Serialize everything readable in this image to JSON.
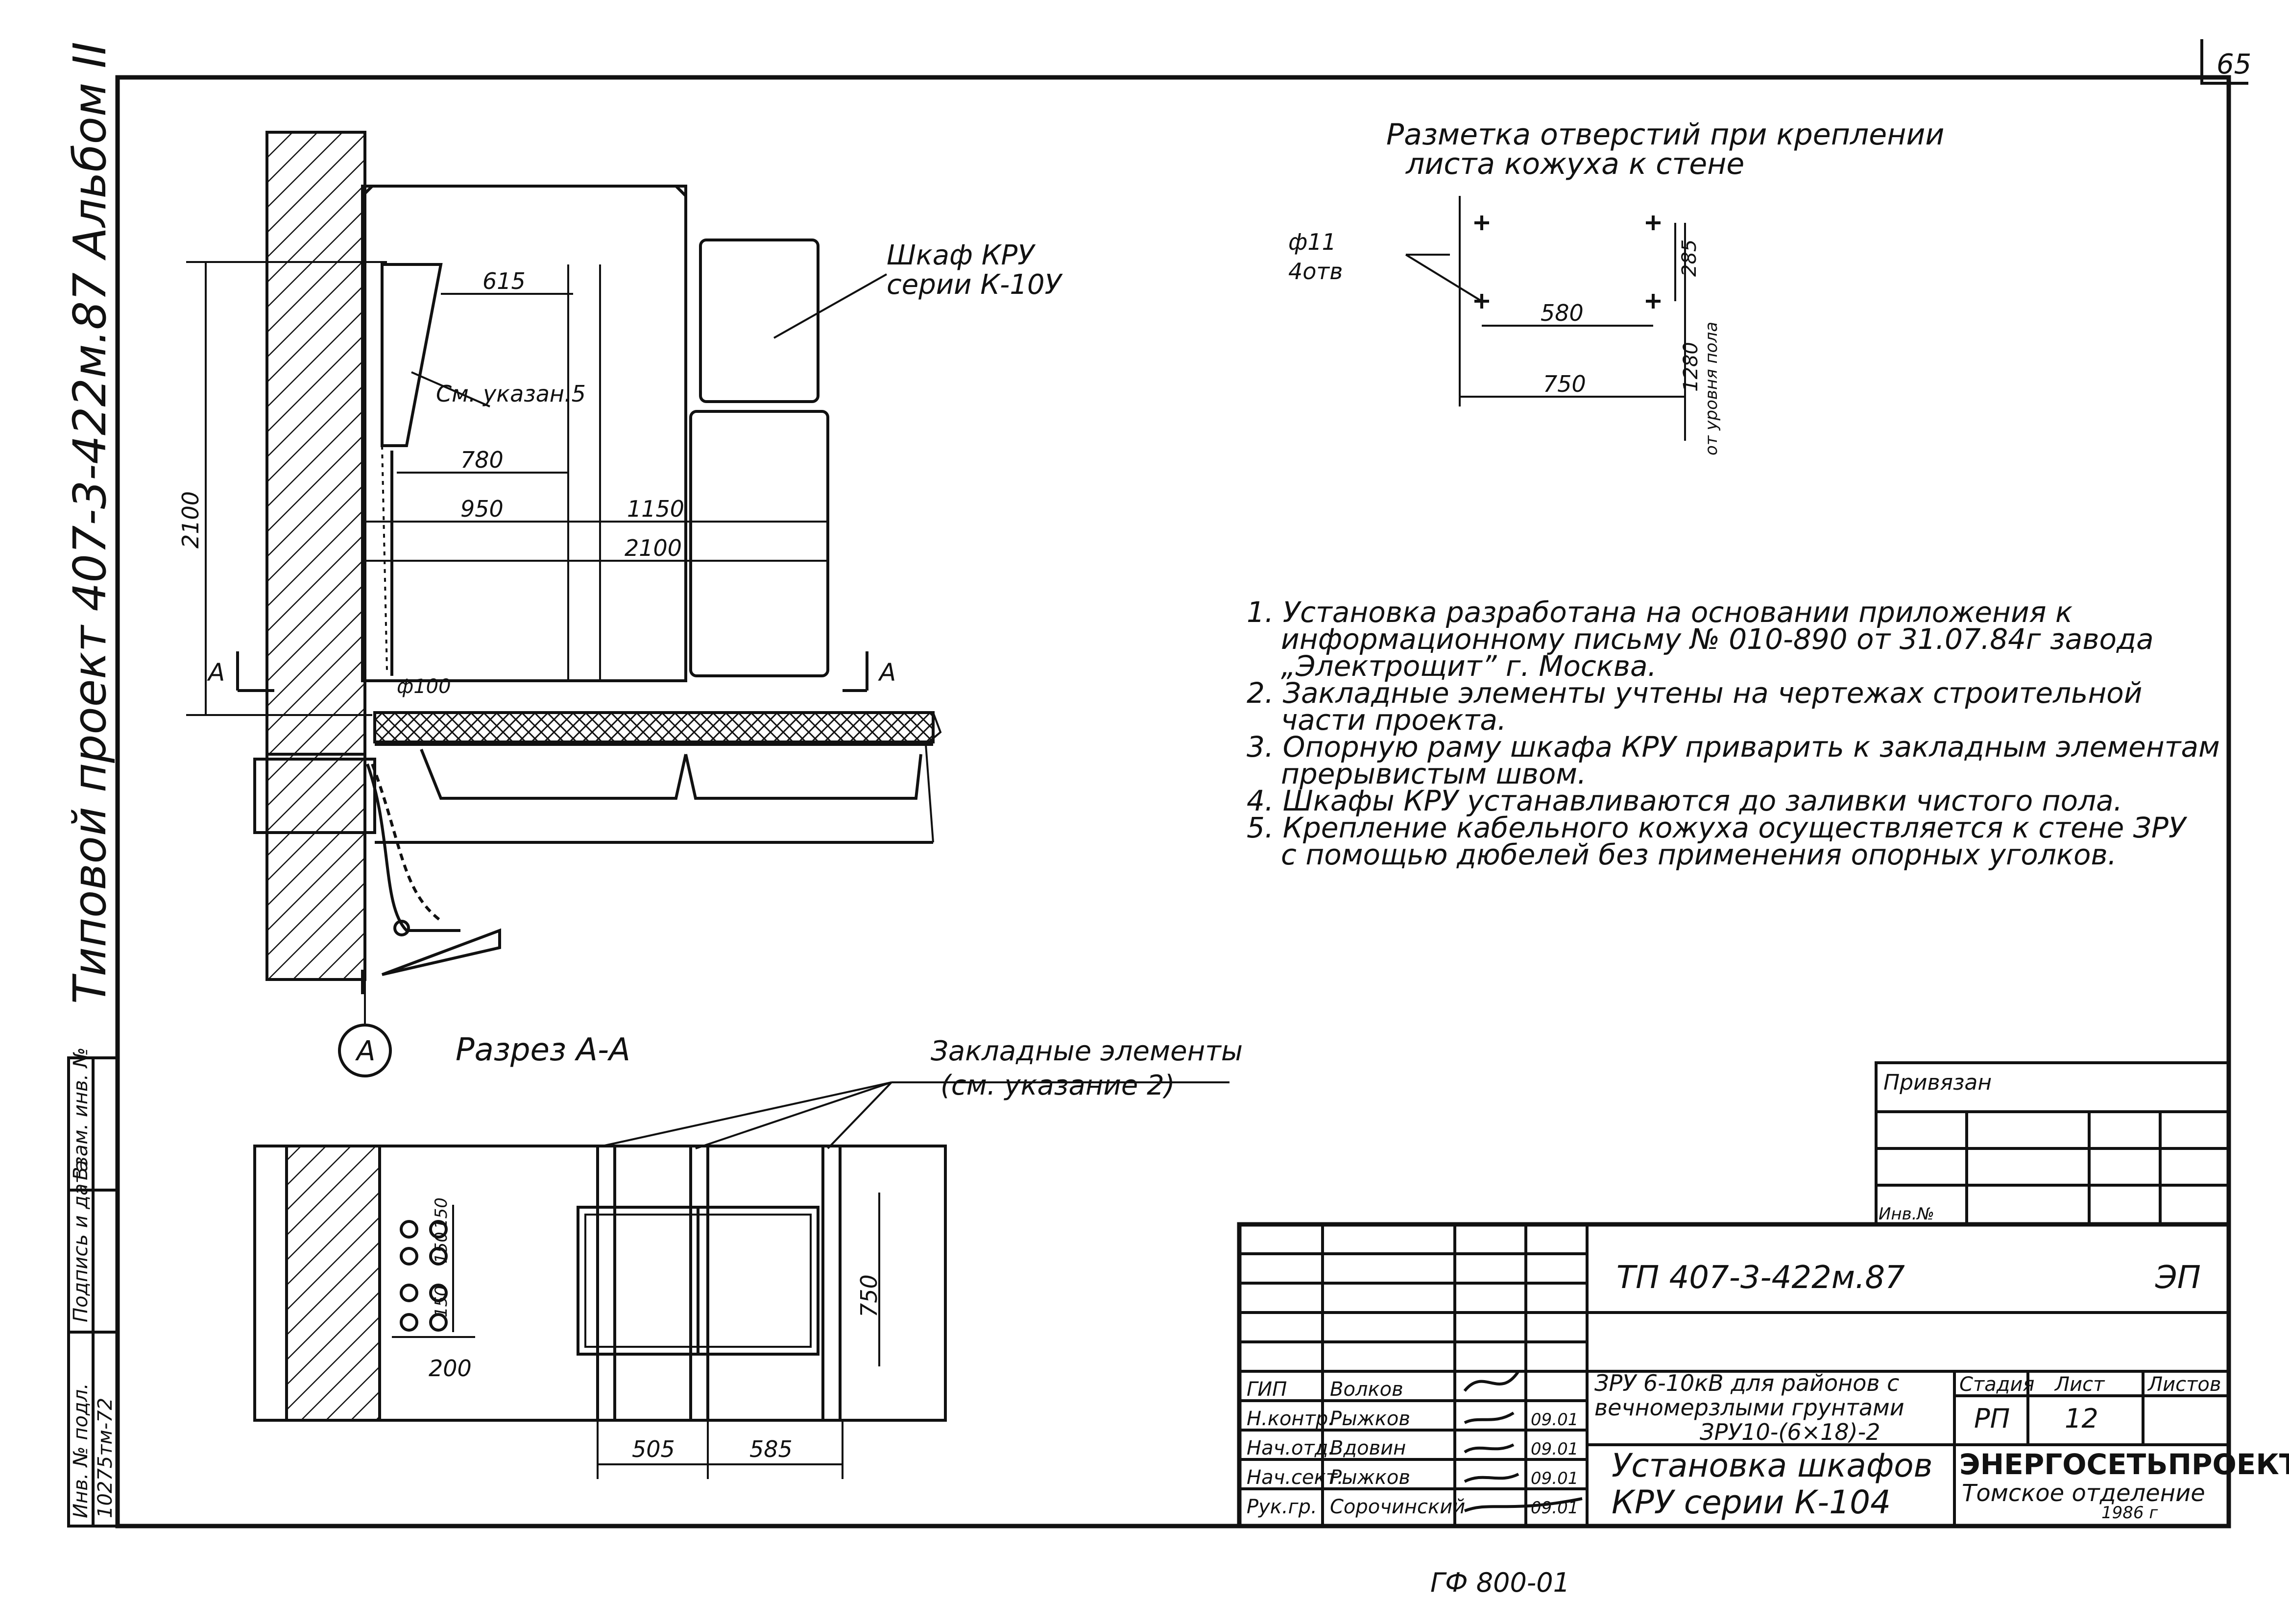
{
  "sheet_number": "65",
  "margin_title": "Типовой проект 407-3-422м.87 Альбом II",
  "corner_stamp": {
    "labels": [
      "Инв. № подл.",
      "Подпись и дата",
      "Взам. инв. №"
    ],
    "inv_value": "10275тм-72"
  },
  "elevation": {
    "cabinet_label": "Шкаф КРУ\nсерии К-10У",
    "note_callout": "См. указан.5",
    "dims": {
      "d615": "615",
      "d780": "780",
      "d950": "950",
      "d1150": "1150",
      "d2100h": "2100",
      "d2100v": "2100",
      "pipe": "ф100"
    },
    "section_mark_left": "А",
    "section_mark_right": "А",
    "axis_label": "А"
  },
  "marking": {
    "title_line1": "Разметка отверстий при креплении",
    "title_line2": "листа кожуха к стене",
    "hole_label_top": "ф11",
    "hole_label_bottom": "4отв",
    "d580": "580",
    "d285": "285",
    "d750": "750",
    "d1280": "1280",
    "floor_note": "от уровня пола"
  },
  "notes": [
    "1. Установка разработана на основании приложения к",
    "информационному письму № 010-890 от 31.07.84г завода",
    "„Электрощит” г. Москва.",
    "2. Закладные элементы учтены на чертежах строительной",
    "части проекта.",
    "3. Опорную раму шкафа КРУ приварить к закладным элементам",
    "прерывистым швом.",
    "4. Шкафы КРУ устанавливаются до заливки чистого пола.",
    "5. Крепление кабельного кожуха осуществляется к стене ЗРУ",
    "с помощью дюбелей без применения опорных уголков."
  ],
  "section": {
    "title": "Разрез А-А",
    "embedded_label_1": "Закладные элементы",
    "embedded_label_2": "(см. указание 2)",
    "d200": "200",
    "d150": "150",
    "d750": "750",
    "d505": "505",
    "d585": "585",
    "small_dims": [
      "150",
      "150",
      "150"
    ]
  },
  "binding_box": {
    "label": "Привязан",
    "inv_label": "Инв.№"
  },
  "title_block": {
    "doc_code": "ТП 407-3-422м.87",
    "discipline": "ЭП",
    "rows": [
      {
        "role": "ГИП",
        "name": "Волков",
        "date": ""
      },
      {
        "role": "Н.контр.",
        "name": "Рыжков",
        "date": "09.01"
      },
      {
        "role": "Нач.отд.",
        "name": "Вдовин",
        "date": "09.01"
      },
      {
        "role": "Нач.сект.",
        "name": "Рыжков",
        "date": "09.01"
      },
      {
        "role": "Рук.гр.",
        "name": "Сорочинский",
        "date": "09.01"
      }
    ],
    "object_title": "ЗРУ 6-10кВ для районов с вечномерзлыми грунтами ЗРУ10-(6×18)-2",
    "object_line1": "ЗРУ 6-10кВ для районов с",
    "object_line2": "вечномерзлыми грунтами",
    "object_line3": "ЗРУ10-(6×18)-2",
    "sheet_title_line1": "Установка шкафов",
    "sheet_title_line2": "КРУ серии К-104",
    "stage_label": "Стадия",
    "sheet_label": "Лист",
    "sheets_label": "Листов",
    "stage_value": "РП",
    "sheet_value": "12",
    "org_line1": "ЭНЕРГОСЕТЬПРОЕКТ",
    "org_line2": "Томское отделение",
    "org_year": "1986 г"
  },
  "footer_code": "ГФ 800-01"
}
